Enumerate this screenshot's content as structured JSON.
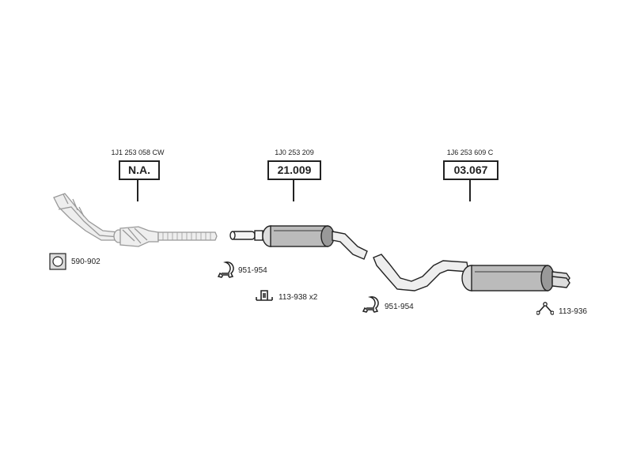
{
  "parts": [
    {
      "oem": "1J1 253 058 CW",
      "ref": "N.A."
    },
    {
      "oem": "1J0 253 209",
      "ref": "21.009"
    },
    {
      "oem": "1J6 253 609 C",
      "ref": "03.067"
    }
  ],
  "accessories": [
    {
      "code": "590-902",
      "icon": "gasket-icon"
    },
    {
      "code": "951-954",
      "icon": "clamp-icon"
    },
    {
      "code": "113-938 x2",
      "icon": "bracket-icon"
    },
    {
      "code": "951-954",
      "icon": "clamp-icon"
    },
    {
      "code": "113-936",
      "icon": "hanger-icon"
    }
  ]
}
